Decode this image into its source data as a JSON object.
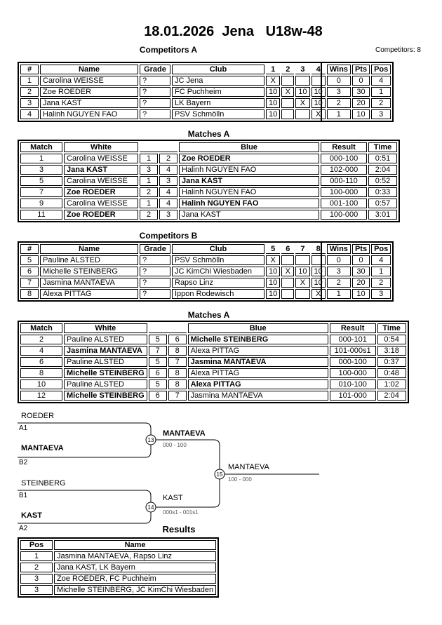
{
  "page": {
    "title": "18.01.2026  Jena   U18w-48",
    "competitors_count": "Competitors: 8"
  },
  "colors": {
    "line": "#000000",
    "score_text": "#555555"
  },
  "competitors_a": {
    "heading": "Competitors A",
    "headers": {
      "num": "#",
      "name": "Name",
      "grade": "Grade",
      "club": "Club",
      "c1": "1",
      "c2": "2",
      "c3": "3",
      "c4": "4",
      "wins": "Wins",
      "pts": "Pts",
      "pos": "Pos"
    },
    "rows": [
      {
        "num": "1",
        "name": "Carolina WEISSE",
        "grade": "?",
        "club": "JC Jena",
        "r": [
          "X",
          "",
          "",
          ""
        ],
        "wins": "0",
        "pts": "0",
        "pos": "4"
      },
      {
        "num": "2",
        "name": "Zoe ROEDER",
        "grade": "?",
        "club": "FC Puchheim",
        "r": [
          "10",
          "X",
          "10",
          "10"
        ],
        "wins": "3",
        "pts": "30",
        "pos": "1"
      },
      {
        "num": "3",
        "name": "Jana KAST",
        "grade": "?",
        "club": "LK Bayern",
        "r": [
          "10",
          "",
          "X",
          "10"
        ],
        "wins": "2",
        "pts": "20",
        "pos": "2"
      },
      {
        "num": "4",
        "name": "Halinh NGUYEN FAO",
        "grade": "?",
        "club": "PSV Schmölln",
        "r": [
          "10",
          "",
          "",
          "X"
        ],
        "wins": "1",
        "pts": "10",
        "pos": "3"
      }
    ]
  },
  "matches_a": {
    "heading": "Matches A",
    "headers": {
      "match": "Match",
      "white": "White",
      "blue": "Blue",
      "result": "Result",
      "time": "Time"
    },
    "rows": [
      {
        "match": "1",
        "white": "Carolina WEISSE",
        "white_class": "",
        "wn": "1",
        "bn": "2",
        "blue": "Zoe ROEDER",
        "blue_class": "win",
        "result": "000-100",
        "time": "0:51"
      },
      {
        "match": "3",
        "white": "Jana KAST",
        "white_class": "win",
        "wn": "3",
        "bn": "4",
        "blue": "Halinh NGUYEN FAO",
        "blue_class": "",
        "result": "102-000",
        "time": "2:04"
      },
      {
        "match": "5",
        "white": "Carolina WEISSE",
        "white_class": "",
        "wn": "1",
        "bn": "3",
        "blue": "Jana KAST",
        "blue_class": "win",
        "result": "000-110",
        "time": "0:52"
      },
      {
        "match": "7",
        "white": "Zoe ROEDER",
        "white_class": "win",
        "wn": "2",
        "bn": "4",
        "blue": "Halinh NGUYEN FAO",
        "blue_class": "",
        "result": "100-000",
        "time": "0:33"
      },
      {
        "match": "9",
        "white": "Carolina WEISSE",
        "white_class": "",
        "wn": "1",
        "bn": "4",
        "blue": "Halinh NGUYEN FAO",
        "blue_class": "win",
        "result": "001-100",
        "time": "0:57"
      },
      {
        "match": "11",
        "white": "Zoe ROEDER",
        "white_class": "win",
        "wn": "2",
        "bn": "3",
        "blue": "Jana KAST",
        "blue_class": "",
        "result": "100-000",
        "time": "3:01"
      }
    ]
  },
  "competitors_b": {
    "heading": "Competitors B",
    "headers": {
      "num": "#",
      "name": "Name",
      "grade": "Grade",
      "club": "Club",
      "c1": "5",
      "c2": "6",
      "c3": "7",
      "c4": "8",
      "wins": "Wins",
      "pts": "Pts",
      "pos": "Pos"
    },
    "rows": [
      {
        "num": "5",
        "name": "Pauline ALSTED",
        "grade": "?",
        "club": "PSV Schmölln",
        "r": [
          "X",
          "",
          "",
          ""
        ],
        "wins": "0",
        "pts": "0",
        "pos": "4"
      },
      {
        "num": "6",
        "name": "Michelle STEINBERG",
        "grade": "?",
        "club": "JC KimChi Wiesbaden",
        "r": [
          "10",
          "X",
          "10",
          "10"
        ],
        "wins": "3",
        "pts": "30",
        "pos": "1"
      },
      {
        "num": "7",
        "name": "Jasmina MANTAEVA",
        "grade": "?",
        "club": "Rapso Linz",
        "r": [
          "10",
          "",
          "X",
          "10"
        ],
        "wins": "2",
        "pts": "20",
        "pos": "2"
      },
      {
        "num": "8",
        "name": "Alexa PITTAG",
        "grade": "?",
        "club": "Ippon Rodewisch",
        "r": [
          "10",
          "",
          "",
          "X"
        ],
        "wins": "1",
        "pts": "10",
        "pos": "3"
      }
    ]
  },
  "matches_b": {
    "heading": "Matches A",
    "headers": {
      "match": "Match",
      "white": "White",
      "blue": "Blue",
      "result": "Result",
      "time": "Time"
    },
    "rows": [
      {
        "match": "2",
        "white": "Pauline ALSTED",
        "white_class": "",
        "wn": "5",
        "bn": "6",
        "blue": "Michelle STEINBERG",
        "blue_class": "win",
        "result": "000-101",
        "time": "0:54"
      },
      {
        "match": "4",
        "white": "Jasmina MANTAEVA",
        "white_class": "win",
        "wn": "7",
        "bn": "8",
        "blue": "Alexa PITTAG",
        "blue_class": "",
        "result": "101-000s1",
        "time": "3:18"
      },
      {
        "match": "6",
        "white": "Pauline ALSTED",
        "white_class": "",
        "wn": "5",
        "bn": "7",
        "blue": "Jasmina MANTAEVA",
        "blue_class": "win",
        "result": "000-100",
        "time": "0:37"
      },
      {
        "match": "8",
        "white": "Michelle STEINBERG",
        "white_class": "win",
        "wn": "6",
        "bn": "8",
        "blue": "Alexa PITTAG",
        "blue_class": "",
        "result": "100-000",
        "time": "0:48"
      },
      {
        "match": "10",
        "white": "Pauline ALSTED",
        "white_class": "",
        "wn": "5",
        "bn": "8",
        "blue": "Alexa PITTAG",
        "blue_class": "win",
        "result": "010-100",
        "time": "1:02"
      },
      {
        "match": "12",
        "white": "Michelle STEINBERG",
        "white_class": "win",
        "wn": "6",
        "bn": "7",
        "blue": "Jasmina MANTAEVA",
        "blue_class": "",
        "result": "101-000",
        "time": "2:04"
      }
    ]
  },
  "bracket": {
    "semi1": {
      "top_name": "ROEDER",
      "top_class": "",
      "top_seed": "A1",
      "bottom_name": "MANTAEVA",
      "bottom_class": "win",
      "bottom_seed": "B2",
      "match_no": "13",
      "winner": "MANTAEVA",
      "winner_class": "win",
      "score": "000 - 100"
    },
    "semi2": {
      "top_name": "STEINBERG",
      "top_class": "",
      "top_seed": "B1",
      "bottom_name": "KAST",
      "bottom_class": "win",
      "bottom_seed": "A2",
      "match_no": "14",
      "winner": "KAST",
      "winner_class": "",
      "score": "000s1 - 001s1"
    },
    "final": {
      "match_no": "15",
      "winner": "MANTAEVA",
      "winner_class": "",
      "score": "100 - 000"
    }
  },
  "results": {
    "heading": "Results",
    "headers": {
      "pos": "Pos",
      "name": "Name"
    },
    "rows": [
      {
        "pos": "1",
        "name": "Jasmina MANTAEVA, Rapso Linz"
      },
      {
        "pos": "2",
        "name": "Jana KAST, LK Bayern"
      },
      {
        "pos": "3",
        "name": "Zoe ROEDER, FC Puchheim"
      },
      {
        "pos": "3",
        "name": "Michelle STEINBERG, JC KimChi Wiesbaden"
      }
    ]
  }
}
